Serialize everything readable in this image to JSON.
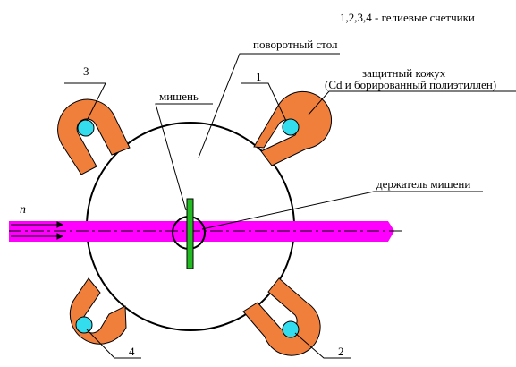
{
  "legend_text": "1,2,3,4 - гелиевые счетчики",
  "labels": {
    "turntable": "поворотный стол",
    "shield_line1": "защитный кожух",
    "shield_line2": "(Cd и борированный полиэтиллен)",
    "target": "мишень",
    "holder": "держатель мишени",
    "beam": "n"
  },
  "counters": [
    {
      "number": "1"
    },
    {
      "number": "2"
    },
    {
      "number": "3"
    },
    {
      "number": "4"
    }
  ],
  "colors": {
    "shield": "#f07f3c",
    "counter": "#33ddee",
    "beam": "#ff00ff",
    "target": "#22bb22",
    "line": "#000000",
    "background": "#ffffff"
  }
}
